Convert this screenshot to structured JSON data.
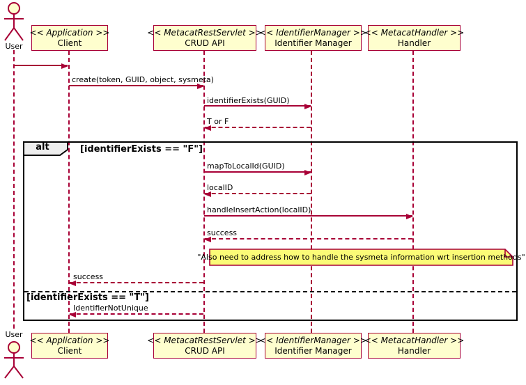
{
  "colors": {
    "line": "#A80036",
    "participant_fill": "#FEFECE",
    "note_fill": "#FBFB77",
    "frame_label_fill": "#EEEEEE",
    "frame_border": "#000000"
  },
  "actor": {
    "top_label": "User",
    "bottom_label": "User"
  },
  "participants": [
    {
      "stereotype": "<< Application >>",
      "name": "Client"
    },
    {
      "stereotype": "<< MetacatRestServlet >>",
      "name": "CRUD API"
    },
    {
      "stereotype": "<< IdentifierManager >>",
      "name": "Identifier Manager"
    },
    {
      "stereotype": "<< MetacatHandler >>",
      "name": "Handler"
    }
  ],
  "messages": [
    {
      "label": "",
      "from": "User",
      "to": "Client",
      "line": "solid"
    },
    {
      "label": "create(token, GUID, object, sysmeta)",
      "from": "Client",
      "to": "CRUD API",
      "line": "solid"
    },
    {
      "label": "identifierExists(GUID)",
      "from": "CRUD API",
      "to": "Identifier Manager",
      "line": "solid"
    },
    {
      "label": "T or F",
      "from": "Identifier Manager",
      "to": "CRUD API",
      "line": "dashed"
    },
    {
      "label": "mapToLocalId(GUID)",
      "from": "CRUD API",
      "to": "Identifier Manager",
      "line": "solid"
    },
    {
      "label": "localID",
      "from": "Identifier Manager",
      "to": "CRUD API",
      "line": "dashed"
    },
    {
      "label": "handleInsertAction(localID)",
      "from": "CRUD API",
      "to": "Handler",
      "line": "solid"
    },
    {
      "label": "success",
      "from": "Handler",
      "to": "CRUD API",
      "line": "dashed"
    },
    {
      "label": "success",
      "from": "CRUD API",
      "to": "Client",
      "line": "dashed"
    },
    {
      "label": "IdentifierNotUnique",
      "from": "CRUD API",
      "to": "Client",
      "line": "dashed"
    }
  ],
  "frame": {
    "operator": "alt",
    "guards": [
      "[identifierExists == \"F\"]",
      "[identifierExists == \"T\"]"
    ]
  },
  "note": {
    "text": "\"Also need to address how to handle the sysmeta information wrt insertion methods\""
  }
}
